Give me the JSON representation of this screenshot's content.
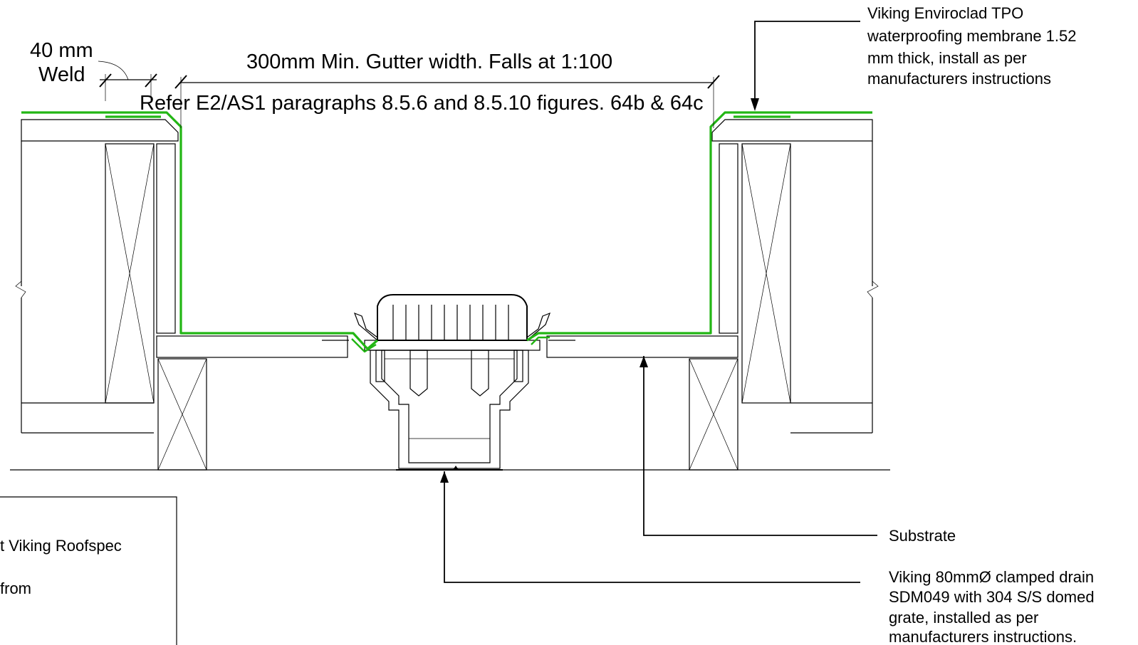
{
  "labels": {
    "weld_size": "40 mm",
    "weld": "Weld",
    "gutter_width": "300mm Min. Gutter width. Falls at 1:100",
    "reference": "Refer E2/AS1 paragraphs 8.5.6 and 8.5.10 figures. 64b & 64c",
    "membrane_lines": [
      "Viking Enviroclad TPO",
      "waterproofing membrane 1.52",
      "mm thick, install as per",
      "manufacturers instructions"
    ],
    "substrate": "Substrate",
    "drain_lines": [
      "Viking 80mmØ clamped drain",
      "SDM049 with 304 S/S domed",
      "grate, installed as per",
      "manufacturers instructions."
    ],
    "notes_lines": [
      "t Viking Roofspec",
      "from"
    ]
  },
  "colors": {
    "membrane": "#22b614",
    "linework": "#000000",
    "background": "#ffffff"
  }
}
